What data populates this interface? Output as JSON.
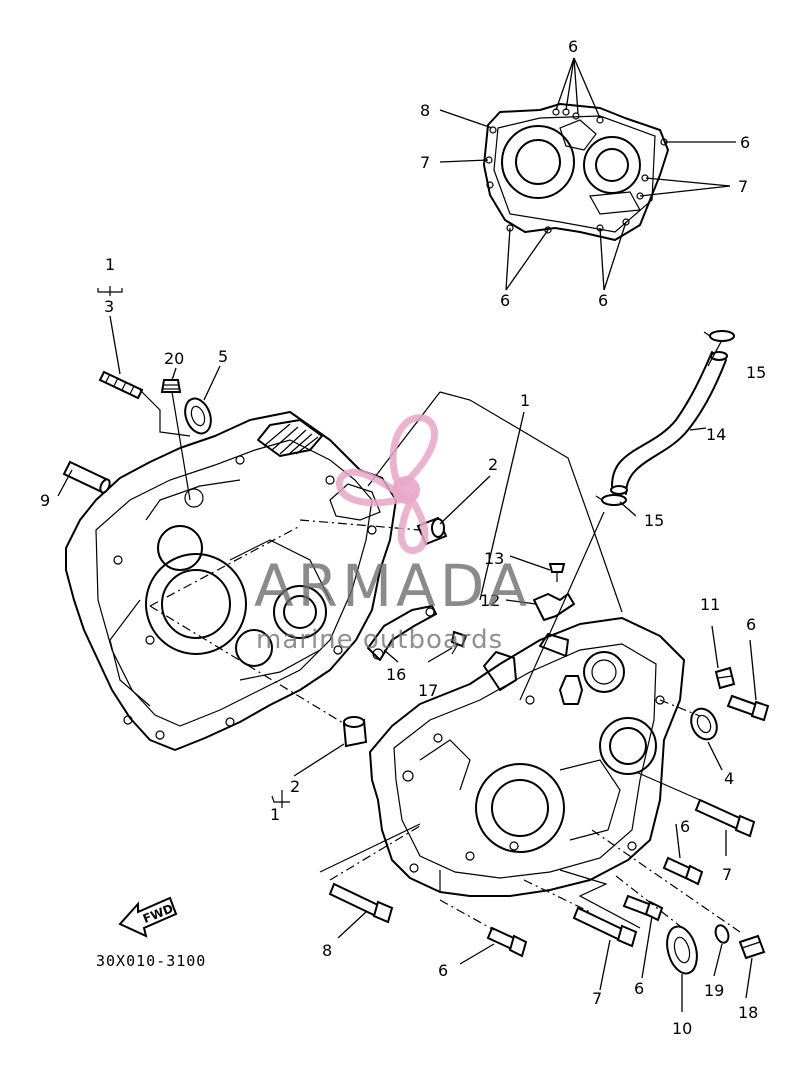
{
  "diagram": {
    "part_code": "30X010-3100",
    "fwd_label": "FWD",
    "watermark": {
      "brand": "ARMADA",
      "tagline": "marine outboards",
      "brand_color": "#e8a6c8",
      "text_color": "#6b6b6b"
    },
    "callouts": {
      "c1": "1",
      "c2": "2",
      "c3": "3",
      "c4": "4",
      "c5": "5",
      "c6": "6",
      "c7": "7",
      "c8": "8",
      "c9": "9",
      "c10": "10",
      "c11": "11",
      "c12": "12",
      "c13": "13",
      "c14": "14",
      "c15": "15",
      "c16": "16",
      "c17": "17",
      "c18": "18",
      "c19": "19",
      "c20": "20"
    }
  }
}
